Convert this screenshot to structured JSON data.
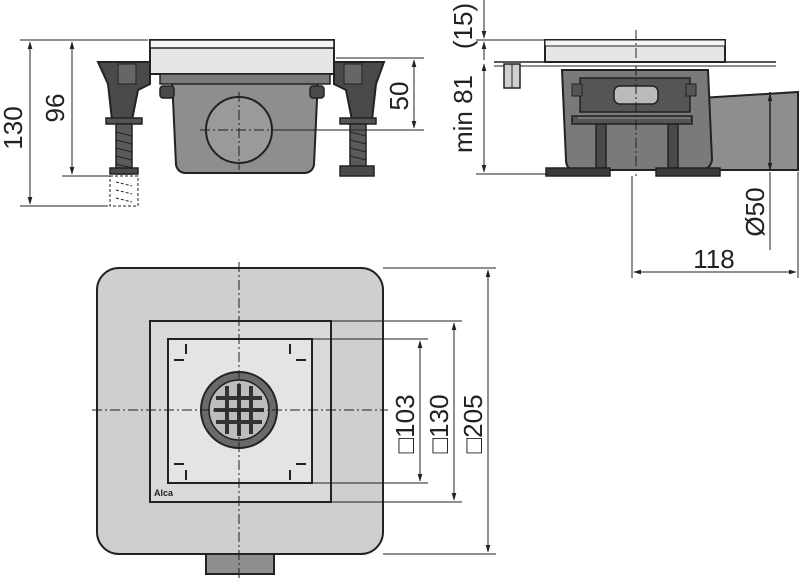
{
  "front_view": {
    "dim_overall_height": "130",
    "dim_inner_height": "96",
    "dim_body_height": "50"
  },
  "side_view": {
    "dim_min_height": "min 81",
    "dim_tile_offset": "(15)",
    "dim_outlet_diameter": "Ø50",
    "dim_outlet_length": "118"
  },
  "top_view": {
    "dim_grate": "□103",
    "dim_frame": "□130",
    "dim_flange": "□205",
    "brand": "Alca"
  },
  "colors": {
    "body_grey": "#8e8e8e",
    "dark_grey": "#4a4a4a",
    "light_grey": "#d9d9d9",
    "flange_grey": "#cfcfcf",
    "line": "#222222"
  }
}
